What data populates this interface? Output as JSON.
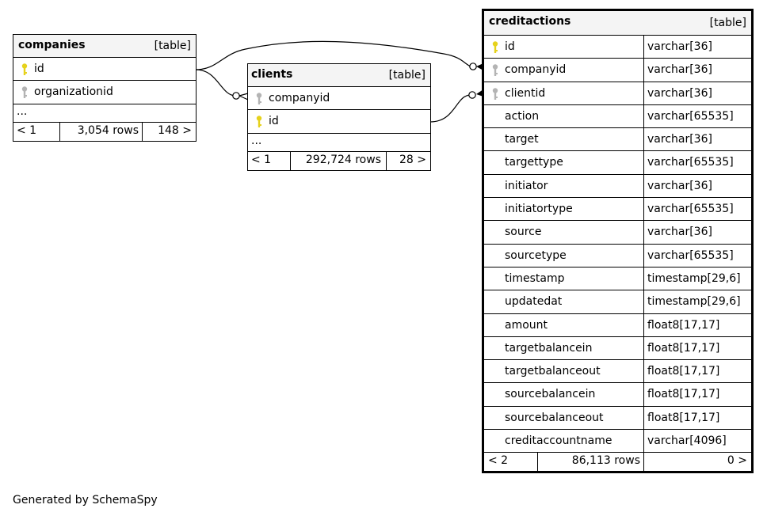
{
  "tables": {
    "companies": {
      "name": "companies",
      "tag": "[table]",
      "columns": [
        {
          "name": "id",
          "key": "primary"
        },
        {
          "name": "organizationid",
          "key": "foreign"
        }
      ],
      "ellipsis": "...",
      "footer": {
        "prev": "< 1",
        "rows": "3,054 rows",
        "next": "148 >"
      }
    },
    "clients": {
      "name": "clients",
      "tag": "[table]",
      "columns": [
        {
          "name": "companyid",
          "key": "foreign"
        },
        {
          "name": "id",
          "key": "primary"
        }
      ],
      "ellipsis": "...",
      "footer": {
        "prev": "< 1",
        "rows": "292,724 rows",
        "next": "28 >"
      }
    },
    "creditactions": {
      "name": "creditactions",
      "tag": "[table]",
      "columns": [
        {
          "name": "id",
          "type": "varchar[36]",
          "key": "primary"
        },
        {
          "name": "companyid",
          "type": "varchar[36]",
          "key": "foreign"
        },
        {
          "name": "clientid",
          "type": "varchar[36]",
          "key": "foreign"
        },
        {
          "name": "action",
          "type": "varchar[65535]",
          "key": ""
        },
        {
          "name": "target",
          "type": "varchar[36]",
          "key": ""
        },
        {
          "name": "targettype",
          "type": "varchar[65535]",
          "key": ""
        },
        {
          "name": "initiator",
          "type": "varchar[36]",
          "key": ""
        },
        {
          "name": "initiatortype",
          "type": "varchar[65535]",
          "key": ""
        },
        {
          "name": "source",
          "type": "varchar[36]",
          "key": ""
        },
        {
          "name": "sourcetype",
          "type": "varchar[65535]",
          "key": ""
        },
        {
          "name": "timestamp",
          "type": "timestamp[29,6]",
          "key": ""
        },
        {
          "name": "updatedat",
          "type": "timestamp[29,6]",
          "key": ""
        },
        {
          "name": "amount",
          "type": "float8[17,17]",
          "key": ""
        },
        {
          "name": "targetbalancein",
          "type": "float8[17,17]",
          "key": ""
        },
        {
          "name": "targetbalanceout",
          "type": "float8[17,17]",
          "key": ""
        },
        {
          "name": "sourcebalancein",
          "type": "float8[17,17]",
          "key": ""
        },
        {
          "name": "sourcebalanceout",
          "type": "float8[17,17]",
          "key": ""
        },
        {
          "name": "creditaccountname",
          "type": "varchar[4096]",
          "key": ""
        }
      ],
      "footer": {
        "prev": "< 2",
        "rows": "86,113 rows",
        "next": "0 >"
      }
    }
  },
  "colors": {
    "primary_key": "#e6d21c",
    "foreign_key": "#b4b4b4",
    "header_bg": "#f4f4f4"
  },
  "generated_by": "Generated by SchemaSpy"
}
